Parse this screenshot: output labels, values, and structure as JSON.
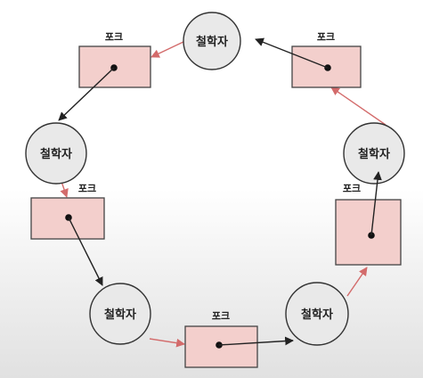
{
  "colors": {
    "philosopher_fill": "#e9e9e9",
    "philosopher_stroke": "#333333",
    "fork_fill": "#f3cfcc",
    "fork_stroke": "#444444",
    "request_arrow": "#d36b6b",
    "holding_arrow": "#222222"
  },
  "diagram": {
    "philosophers": [
      {
        "label": "철학자"
      },
      {
        "label": "철학자"
      },
      {
        "label": "철학자"
      },
      {
        "label": "철학자"
      },
      {
        "label": "철학자"
      }
    ],
    "forks": [
      {
        "label": "포크"
      },
      {
        "label": "포크"
      },
      {
        "label": "포크"
      },
      {
        "label": "포크"
      },
      {
        "label": "포크"
      }
    ]
  }
}
